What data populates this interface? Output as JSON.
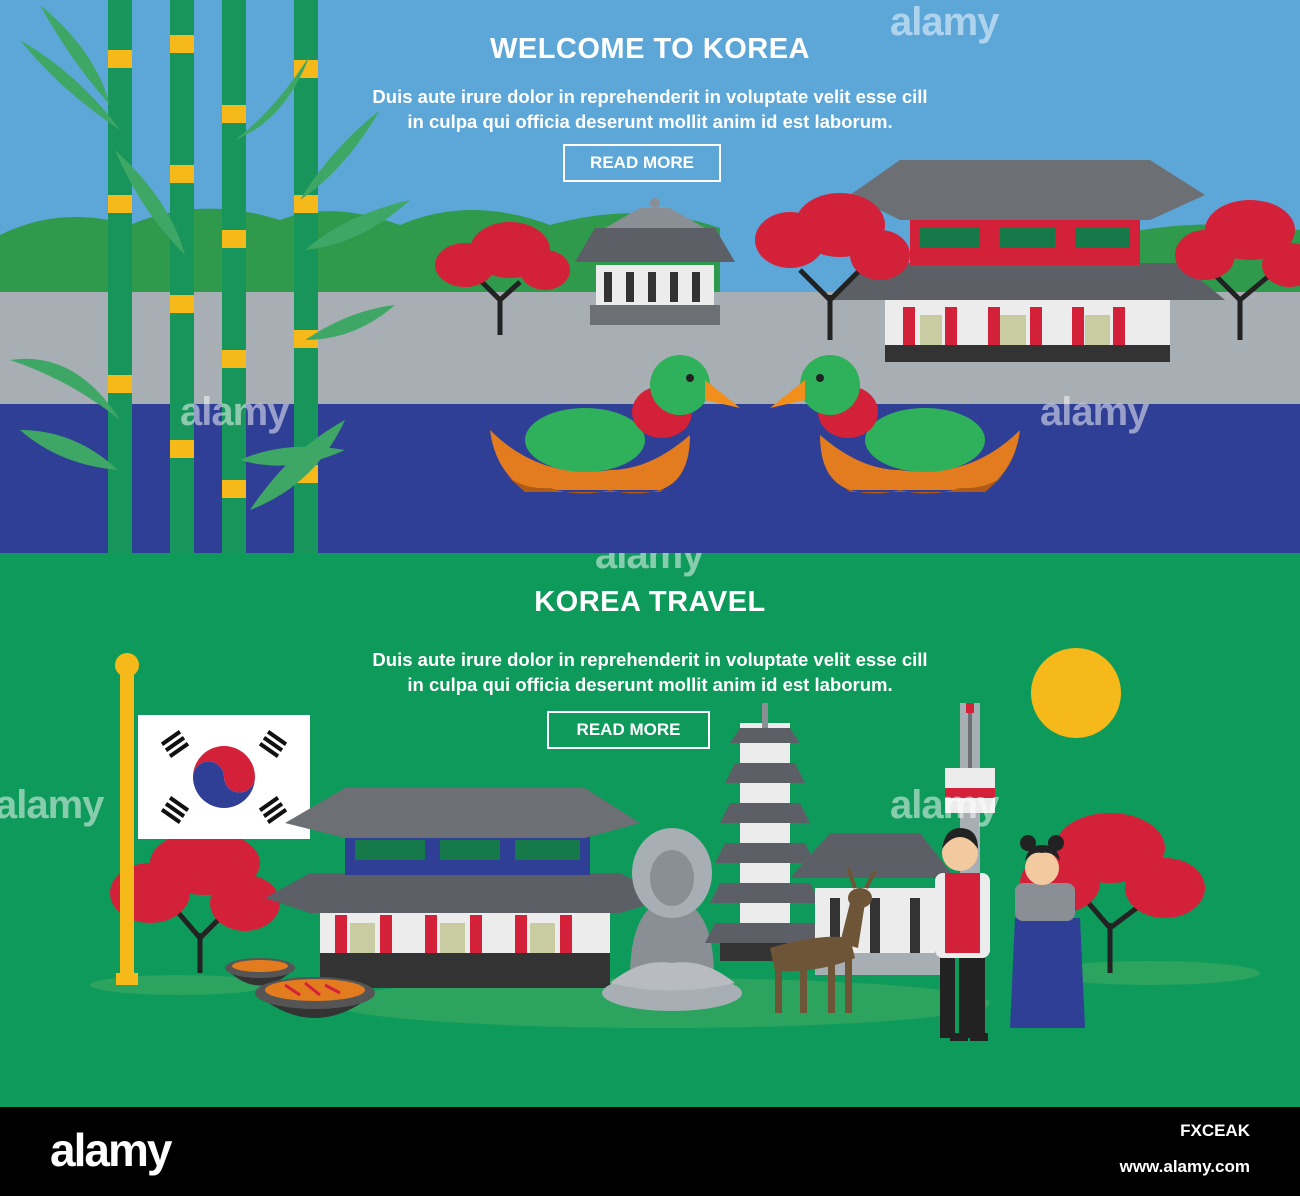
{
  "top_banner": {
    "title": "WELCOME TO KOREA",
    "line1": "Duis aute irure dolor in reprehenderit in voluptate velit esse cill",
    "line2": "in culpa qui officia deserunt mollit anim id est laborum.",
    "button_label": "READ MORE",
    "colors": {
      "sky": "#5da7d8",
      "road": "#a7aeb4",
      "water": "#2e3f95",
      "bamboo": "#17955a",
      "bamboo_ring": "#f6b91a"
    }
  },
  "bottom_banner": {
    "title": "KOREA TRAVEL",
    "line1": "Duis aute irure dolor in reprehenderit in voluptate velit esse cill",
    "line2": "in culpa qui officia deserunt mollit anim id est laborum.",
    "button_label": "READ MORE",
    "colors": {
      "background": "#0e9a5a",
      "sun": "#f6b91a",
      "tree_red": "#d4213a"
    }
  },
  "watermark": "alamy",
  "footer": {
    "logo": "alamy",
    "image_id": "FXCEAK",
    "url": "www.alamy.com"
  }
}
